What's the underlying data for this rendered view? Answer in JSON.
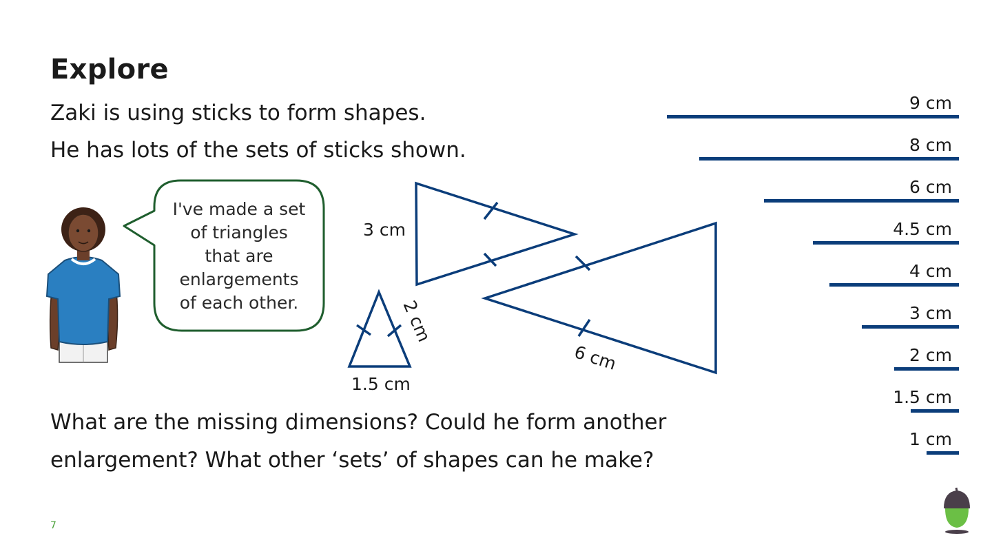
{
  "header": {
    "title": "Explore"
  },
  "intro": [
    "Zaki is using sticks to form shapes.",
    "He has lots of the sets of sticks shown."
  ],
  "speech_bubble": {
    "lines": [
      "I've made a set",
      "of triangles",
      "that are",
      "enlargements",
      "of each other."
    ]
  },
  "triangles": {
    "top_label": "3 cm",
    "small_side_label": "2 cm",
    "small_base_label": "1.5 cm",
    "large_label": "6 cm"
  },
  "question": [
    "What are the missing dimensions? Could he form another",
    "enlargement? What other ‘sets’ of shapes can he make?"
  ],
  "sticks": [
    {
      "label": "9 cm",
      "length_cm": 9
    },
    {
      "label": "8 cm",
      "length_cm": 8
    },
    {
      "label": "6 cm",
      "length_cm": 6
    },
    {
      "label": "4.5 cm",
      "length_cm": 4.5
    },
    {
      "label": "4 cm",
      "length_cm": 4
    },
    {
      "label": "3 cm",
      "length_cm": 3
    },
    {
      "label": "2 cm",
      "length_cm": 2
    },
    {
      "label": "1.5 cm",
      "length_cm": 1.5
    },
    {
      "label": "1 cm",
      "length_cm": 1
    }
  ],
  "colors": {
    "stick": "#0b3d7a",
    "bubble_border": "#1f5e2e",
    "acorn_cap": "#4a3f4a",
    "acorn_body": "#6bbf45"
  },
  "footer": {
    "slide_number": "7"
  },
  "icons": [
    "zaki-character-illustration",
    "acorn-logo-icon"
  ]
}
